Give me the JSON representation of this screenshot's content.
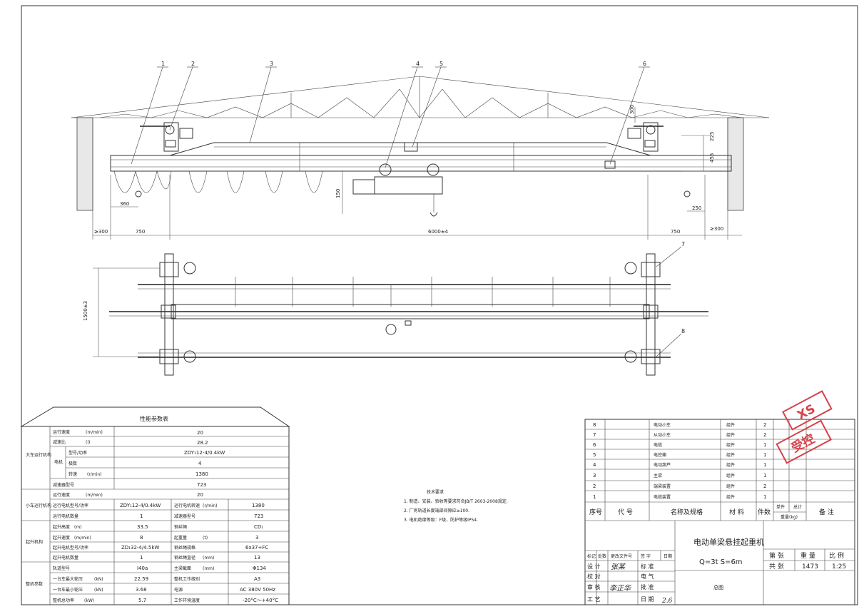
{
  "elevation": {
    "callouts": [
      "1",
      "2",
      "3",
      "4",
      "5",
      "6"
    ],
    "dims": {
      "clear_left": "≥300",
      "clear_right": "≥300",
      "overhang_left": "750",
      "overhang_right": "750",
      "span": "6000±4",
      "hook_left": "360",
      "hook_right": "250",
      "h150": "150",
      "h300": "300",
      "h225": "225",
      "h455": "455"
    }
  },
  "plan": {
    "callouts": [
      "7",
      "8"
    ],
    "width_dim": "1500±3"
  },
  "params": {
    "title": "性能参数表",
    "groups": [
      {
        "label": "大车运行机构",
        "rows": [
          {
            "c1": "运行速度",
            "c2": "(m/min)",
            "v": "20"
          },
          {
            "c1": "减速比",
            "c2": "(i)",
            "v": "28.2"
          },
          {
            "c1": "电机",
            "c1b": "型号/功率",
            "v": "ZDY₁12-4/0.4kW"
          },
          {
            "c1": "",
            "c1b": "极数",
            "v": "4"
          },
          {
            "c1": "",
            "c1b": "转速",
            "c2": "(r/min)",
            "v": "1380"
          },
          {
            "c1": "减速器型号",
            "c2": "",
            "v": "723"
          }
        ]
      },
      {
        "label": "小车运行机构",
        "rows": [
          {
            "a": "运行速度",
            "ab": "(m/min)",
            "av": "20"
          },
          {
            "a": "运行电机型号/功率",
            "av": "ZDY₁12-4/0.4kW",
            "b": "运行电机转速",
            "bb": "(r/min)",
            "bv": "1380"
          },
          {
            "a": "运行电机数量",
            "av": "1",
            "b": "减速器型号",
            "bv": "723"
          }
        ]
      },
      {
        "label": "起升机构",
        "rows": [
          {
            "a": "起升高度",
            "ab": "(m)",
            "av": "33.5",
            "b": "钢丝绳",
            "bv": "CD₁"
          },
          {
            "a": "起升速度",
            "ab": "(m/min)",
            "av": "8",
            "b": "起重量",
            "bb": "(t)",
            "bv": "3"
          },
          {
            "a": "起升电机型号/功率",
            "av": "ZD₁32-4/4.5kW",
            "b": "钢丝绳规格",
            "bv": "6x37+FC"
          },
          {
            "a": "起升电机数量",
            "av": "1",
            "b": "钢丝绳直径",
            "bb": "(mm)",
            "bv": "13"
          }
        ]
      },
      {
        "label": "整机参数",
        "rows": [
          {
            "a": "轨道型号",
            "av": "I40a",
            "b": "主梁截面",
            "bb": "(mm)",
            "bv": "Φ134"
          },
          {
            "a": "一台车最大轮压",
            "ab": "(kN)",
            "av": "22.59",
            "b": "整机工作级别",
            "bv": "A3"
          },
          {
            "a": "一台车最小轮压",
            "ab": "(kN)",
            "av": "3.68",
            "b": "电源",
            "bv": "AC  380V  50Hz"
          },
          {
            "a": "整机总功率",
            "ab": "(kW)",
            "av": "5.7",
            "b": "工作环境温度",
            "bv": "-20°C～+40°C"
          }
        ]
      }
    ]
  },
  "notes": {
    "title": "技术要求",
    "lines": [
      "1. 制造、安装、验收等要求符合JB/T 2603-2008规定.",
      "2. 厂房轨道长度端部间隙应≥100.",
      "3. 电机绝缘等级：F级，防护等级IP54."
    ]
  },
  "parts": {
    "rows": [
      {
        "no": "8",
        "name": "电动小车",
        "material": "组件",
        "qty": "2"
      },
      {
        "no": "7",
        "name": "从动小车",
        "material": "组件",
        "qty": "2"
      },
      {
        "no": "6",
        "name": "电缆",
        "material": "组件",
        "qty": "1"
      },
      {
        "no": "5",
        "name": "电控箱",
        "material": "组件",
        "qty": "1"
      },
      {
        "no": "4",
        "name": "电动葫芦",
        "material": "组件",
        "qty": "1"
      },
      {
        "no": "3",
        "name": "主梁",
        "material": "组件",
        "qty": "1"
      },
      {
        "no": "2",
        "name": "端梁装置",
        "material": "组件",
        "qty": "2"
      },
      {
        "no": "1",
        "name": "电缆装置",
        "material": "组件",
        "qty": "1"
      }
    ],
    "header": {
      "no": "序号",
      "code": "代  号",
      "name": "名称及规格",
      "material": "材 料",
      "qty": "件数",
      "unit_w": "单件",
      "total_w": "总计",
      "weight": "重量(kg)",
      "remark": "备  注"
    }
  },
  "title_block": {
    "drawing_name": "电动单梁悬挂起重机",
    "spec": "Q=3t  S=6m",
    "drawing_type": "总图",
    "rev_labels": [
      "标记",
      "处数",
      "更改文件号",
      "签 字",
      "日期"
    ],
    "roles": [
      "设  计",
      "校  对",
      "审  核",
      "工  艺"
    ],
    "roles2": [
      "标  准",
      "电  气",
      "批  准",
      "日  期"
    ],
    "sign_design": "张某",
    "sign_review": "李正华",
    "date": "2.6",
    "sheet_label": "第  张",
    "total_label": "共  张",
    "weight_label": "重  量",
    "weight_value": "1473",
    "scale_label": "比  例",
    "scale_value": "1:25"
  },
  "stamp": {
    "text1": "XS",
    "text2": "受控"
  }
}
